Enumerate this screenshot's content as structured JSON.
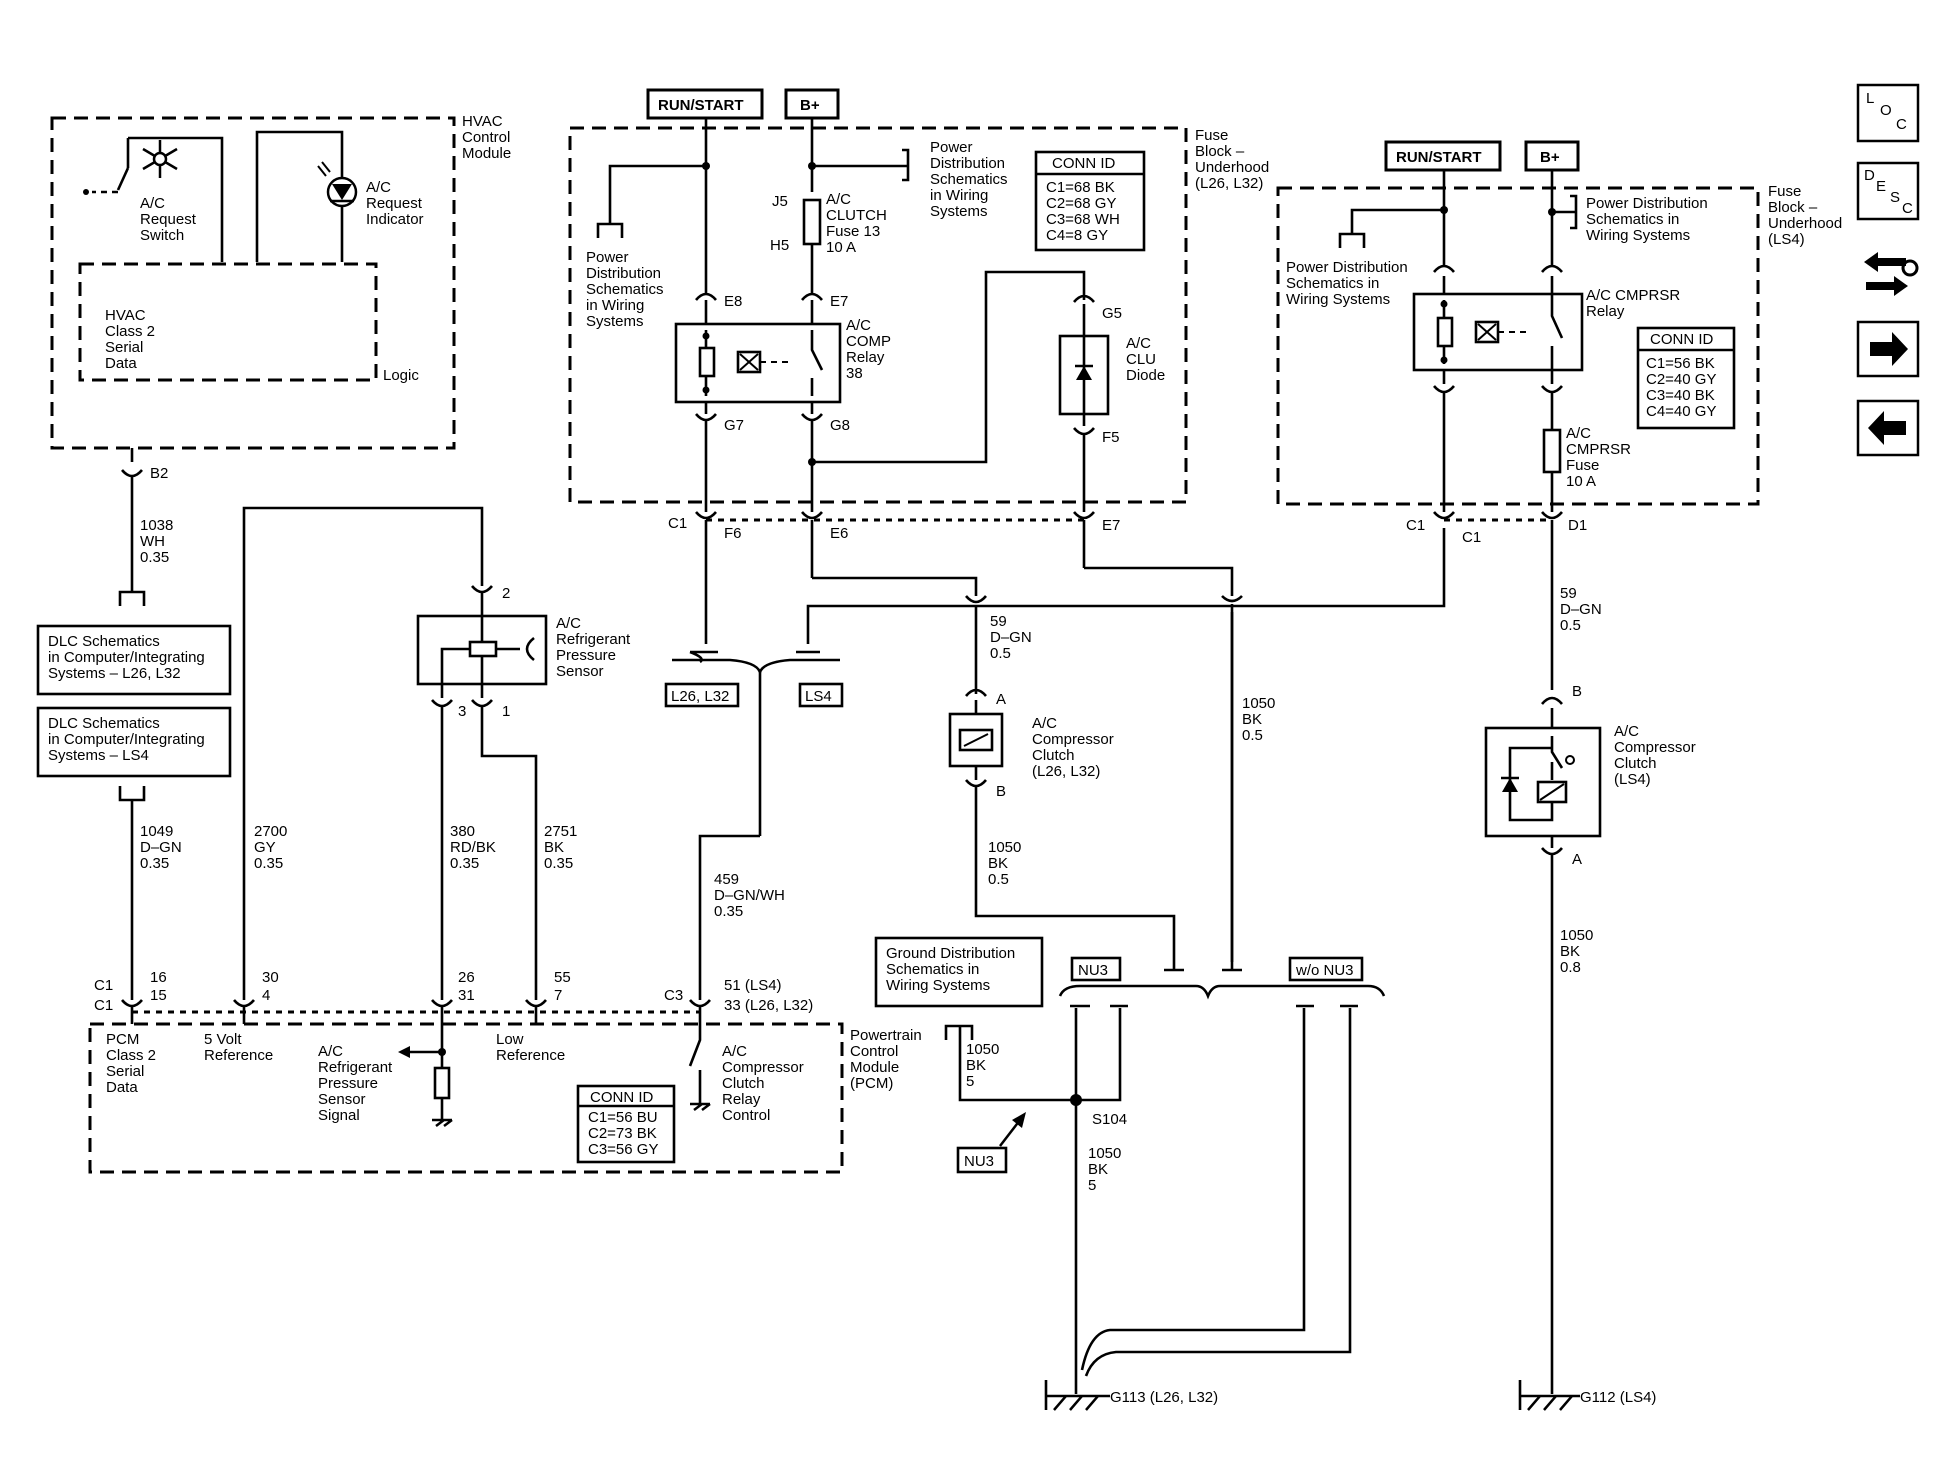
{
  "nav": {
    "loc": [
      "L",
      "O",
      "C"
    ],
    "desc": [
      "D",
      "E",
      "S",
      "C"
    ]
  },
  "power": {
    "run_start": "RUN/START",
    "bplus": "B+"
  },
  "hvac": {
    "module": [
      "HVAC",
      "Control",
      "Module"
    ],
    "req_switch": [
      "A/C",
      "Request",
      "Switch"
    ],
    "req_indicator": [
      "A/C",
      "Request",
      "Indicator"
    ],
    "serial": [
      "HVAC",
      "Class 2",
      "Serial",
      "Data"
    ],
    "logic": "Logic",
    "pin_b2": "B2",
    "wire": [
      "1038",
      "WH",
      "0.35"
    ]
  },
  "dlc": {
    "l26": [
      "DLC Schematics",
      "in Computer/Integrating",
      "Systems – L26, L32"
    ],
    "ls4": [
      "DLC Schematics",
      "in Computer/Integrating",
      "Systems – LS4"
    ],
    "wire": [
      "1049",
      "D–GN",
      "0.35"
    ]
  },
  "fuse_l26": {
    "title": [
      "Fuse",
      "Block –",
      "Underhood",
      "(L26, L32)"
    ],
    "pds_left": [
      "Power",
      "Distribution",
      "Schematics",
      "in Wiring",
      "Systems"
    ],
    "pds_right": [
      "Power",
      "Distribution",
      "Schematics",
      "in Wiring",
      "Systems"
    ],
    "j5": "J5",
    "h5": "H5",
    "fuse": [
      "A/C",
      "CLUTCH",
      "Fuse 13",
      "10 A"
    ],
    "e8": "E8",
    "e7": "E7",
    "g7": "G7",
    "g8": "G8",
    "g5": "G5",
    "f5": "F5",
    "relay": [
      "A/C",
      "COMP",
      "Relay",
      "38"
    ],
    "diode": [
      "A/C",
      "CLU",
      "Diode"
    ],
    "conn_title": "CONN ID",
    "conn": [
      "C1=68 BK",
      "C2=68 GY",
      "C3=68 WH",
      "C4=8 GY"
    ],
    "c1": "C1",
    "f6": "F6",
    "e6": "E6",
    "e7b": "E7"
  },
  "fuse_ls4": {
    "title": [
      "Fuse",
      "Block –",
      "Underhood",
      "(LS4)"
    ],
    "pds_right": [
      "Power Distribution",
      "Schematics in",
      "Wiring Systems"
    ],
    "pds_left": [
      "Power Distribution",
      "Schematics in",
      "Wiring Systems"
    ],
    "relay": [
      "A/C CMPRSR",
      "Relay"
    ],
    "conn_title": "CONN ID",
    "conn": [
      "C1=56 BK",
      "C2=40 GY",
      "C3=40 BK",
      "C4=40 GY"
    ],
    "fuse": [
      "A/C",
      "CMPRSR",
      "Fuse",
      "10 A"
    ],
    "c1a": "C1",
    "c1b": "C1",
    "d1": "D1"
  },
  "sensor": {
    "label": [
      "A/C",
      "Refrigerant",
      "Pressure",
      "Sensor"
    ],
    "pin2": "2",
    "pin3": "3",
    "pin1": "1"
  },
  "wires": {
    "w2700": [
      "2700",
      "GY",
      "0.35"
    ],
    "w380": [
      "380",
      "RD/BK",
      "0.35"
    ],
    "w2751": [
      "2751",
      "BK",
      "0.35"
    ],
    "w459": [
      "459",
      "D–GN/WH",
      "0.35"
    ],
    "w59a": [
      "59",
      "D–GN",
      "0.5"
    ],
    "w59b": [
      "59",
      "D–GN",
      "0.5"
    ],
    "w1050a": [
      "1050",
      "BK",
      "0.5"
    ],
    "w1050b": [
      "1050",
      "BK",
      "0.5"
    ],
    "w1050c": [
      "1050",
      "BK",
      "0.8"
    ],
    "w1050d": [
      "1050",
      "BK",
      "5"
    ],
    "w1050e": [
      "1050",
      "BK",
      "5"
    ]
  },
  "options": {
    "l26": "L26, L32",
    "ls4": "LS4",
    "nu3": "NU3",
    "wo_nu3": "w/o NU3",
    "nu3_arrow": "NU3"
  },
  "clutch_l26": {
    "label": [
      "A/C",
      "Compressor",
      "Clutch",
      "(L26, L32)"
    ],
    "pin_a": "A",
    "pin_b": "B"
  },
  "clutch_ls4": {
    "label": [
      "A/C",
      "Compressor",
      "Clutch",
      "(LS4)"
    ],
    "pin_b": "B",
    "pin_a": "A"
  },
  "ground": {
    "gds": [
      "Ground Distribution",
      "Schematics in",
      "Wiring Systems"
    ],
    "s104": "S104",
    "g113": "G113 (L26, L32)",
    "g112": "G112 (LS4)"
  },
  "pcm": {
    "module": [
      "Powertrain",
      "Control",
      "Module",
      "(PCM)"
    ],
    "c1a": "C1",
    "c1b": "C1",
    "p16": "16",
    "p15": "15",
    "p30": "30",
    "p4": "4",
    "p26": "26",
    "p31": "31",
    "p55": "55",
    "p7": "7",
    "c3": "C3",
    "p51": "51 (LS4)",
    "p33": "33 (L26, L32)",
    "serial": [
      "PCM",
      "Class 2",
      "Serial",
      "Data"
    ],
    "ref5v": [
      "5 Volt",
      "Reference"
    ],
    "signal": [
      "A/C",
      "Refrigerant",
      "Pressure",
      "Sensor",
      "Signal"
    ],
    "lowref": [
      "Low",
      "Reference"
    ],
    "relay_ctrl": [
      "A/C",
      "Compressor",
      "Clutch",
      "Relay",
      "Control"
    ],
    "conn_title": "CONN ID",
    "conn": [
      "C1=56 BU",
      "C2=73 BK",
      "C3=56 GY"
    ]
  }
}
